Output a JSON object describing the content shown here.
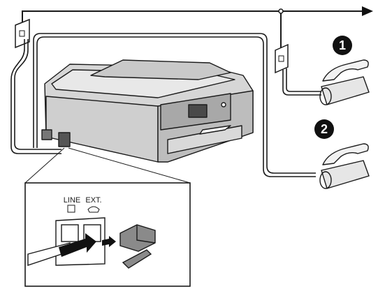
{
  "callouts": [
    {
      "number": "1"
    },
    {
      "number": "2"
    }
  ],
  "inset": {
    "line_label": "LINE",
    "ext_label": "EXT."
  },
  "colors": {
    "line": "#1a1a1a",
    "printer_body": "#d9d9d9",
    "printer_dark": "#9a9a9a",
    "phone_body": "#e6e6e6",
    "badge_fill": "#111111",
    "badge_text": "#ffffff",
    "arrow_fill": "#111111",
    "cap_fill": "#8a8a8a"
  },
  "icons": [
    "wall-jack-icon",
    "telephone-icon",
    "arrow-right-icon",
    "phone-socket-icon"
  ]
}
